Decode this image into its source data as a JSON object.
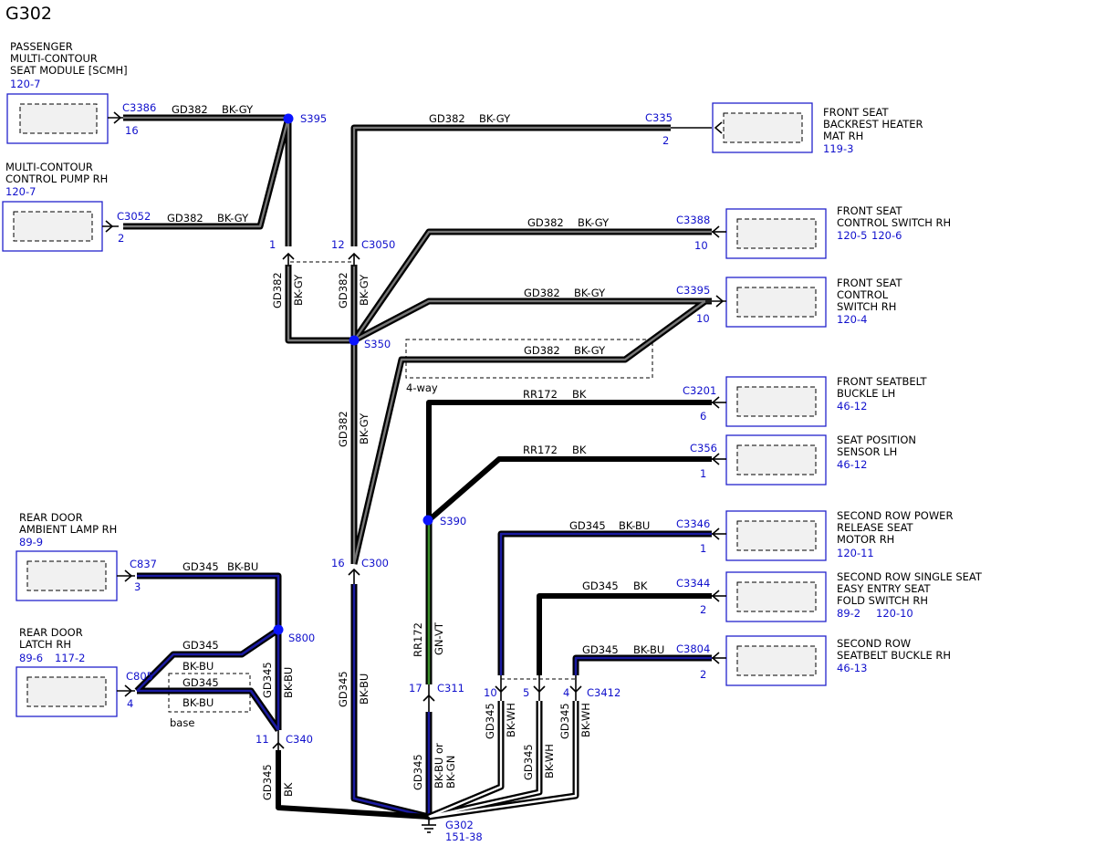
{
  "diagram_title": "G302",
  "components": {
    "scmh": {
      "l1": "PASSENGER",
      "l2": "MULTI-CONTOUR",
      "l3": "SEAT MODULE [SCMH]",
      "ref": "120-7"
    },
    "pump": {
      "l1": "MULTI-CONTOUR",
      "l2": "CONTROL PUMP RH",
      "ref": "120-7"
    },
    "heater": {
      "l1": "FRONT SEAT",
      "l2": "BACKREST HEATER",
      "l3": "MAT RH",
      "ref": "119-3"
    },
    "ctrl_sw_rh": {
      "l1": "FRONT SEAT",
      "l2": "CONTROL SWITCH RH",
      "ref1": "120-5",
      "ref2": "120-6"
    },
    "ctrl_sw_rh2": {
      "l1": "FRONT SEAT",
      "l2": "CONTROL",
      "l3": "SWITCH RH",
      "ref": "120-4"
    },
    "buckle_lh": {
      "l1": "FRONT SEATBELT",
      "l2": "BUCKLE LH",
      "ref": "46-12"
    },
    "pos_sensor": {
      "l1": "SEAT POSITION",
      "l2": "SENSOR LH",
      "ref": "46-12"
    },
    "release_motor": {
      "l1": "SECOND ROW POWER",
      "l2": "RELEASE SEAT",
      "l3": "MOTOR RH",
      "ref": "120-11"
    },
    "fold_switch": {
      "l1": "SECOND ROW SINGLE SEAT",
      "l2": "EASY ENTRY SEAT",
      "l3": "FOLD SWITCH RH",
      "ref1": "89-2",
      "ref2": "120-10"
    },
    "belt_buckle_rh": {
      "l1": "SECOND ROW",
      "l2": "SEATBELT BUCKLE RH",
      "ref": "46-13"
    },
    "amb_lamp": {
      "l1": "REAR DOOR",
      "l2": "AMBIENT LAMP RH",
      "ref": "89-9"
    },
    "door_latch": {
      "l1": "REAR DOOR",
      "l2": "LATCH RH",
      "ref1": "89-6",
      "ref2": "117-2"
    }
  },
  "connectors": {
    "c3386": "C3386",
    "c3386_pin": "16",
    "c3052": "C3052",
    "c3052_pin": "2",
    "c335": "C335",
    "c335_pin": "2",
    "c3388": "C3388",
    "c3388_pin": "10",
    "c3395": "C3395",
    "c3395_pin": "10",
    "c3201": "C3201",
    "c3201_pin": "6",
    "c356": "C356",
    "c356_pin": "1",
    "c3346": "C3346",
    "c3346_pin": "1",
    "c3344": "C3344",
    "c3344_pin": "2",
    "c3804": "C3804",
    "c3804_pin": "2",
    "c837": "C837",
    "c837_pin": "3",
    "c805": "C805",
    "c805_pin": "4",
    "c3050": "C3050",
    "c3050_pin_a": "1",
    "c3050_pin_b": "12",
    "c300": "C300",
    "c300_pin": "16",
    "c311": "C311",
    "c311_pin": "17",
    "c340": "C340",
    "c340_pin": "11",
    "c3412": "C3412",
    "c3412_pin_a": "10",
    "c3412_pin_b": "5",
    "c3412_pin_c": "4"
  },
  "splices": {
    "s395": "S395",
    "s350": "S350",
    "s390": "S390",
    "s800": "S800"
  },
  "ground": {
    "name": "G302",
    "ref": "151-38"
  },
  "wire_labels": {
    "gd382": "GD382",
    "bk_gy": "BK-GY",
    "rr172": "RR172",
    "bk": "BK",
    "gn_vt": "GN-VT",
    "gd345": "GD345",
    "bk_bu": "BK-BU",
    "bk_wh": "BK-WH",
    "or": "or",
    "bk_gn": "BK-GN"
  },
  "options": {
    "four_way": "4-way",
    "base": "base"
  },
  "colors": {
    "connector_blue": "#1010cc",
    "splice_blue": "#0a14ff",
    "wire_blue": "#1a1aa0",
    "wire_green": "#3a8f2a"
  }
}
